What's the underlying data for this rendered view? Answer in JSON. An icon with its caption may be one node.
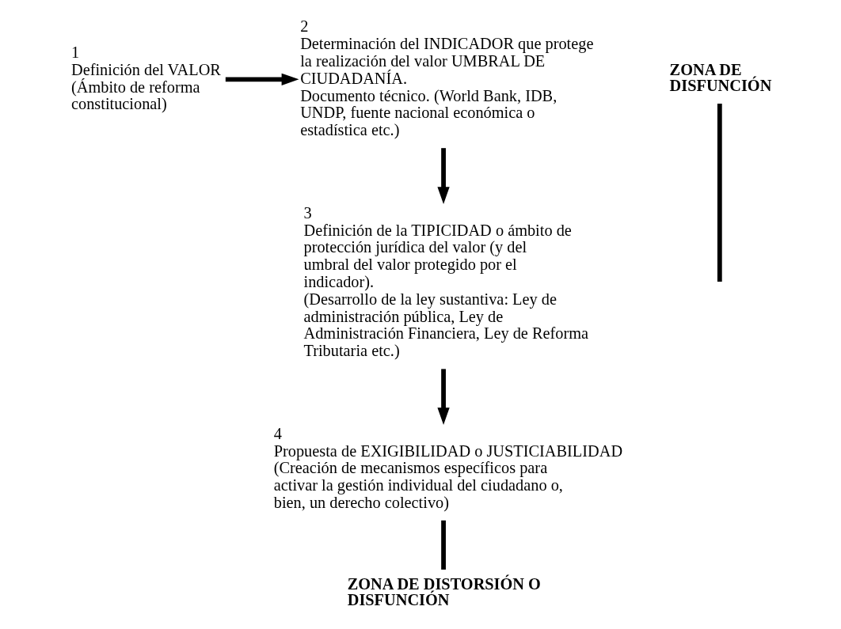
{
  "diagram": {
    "nodes": [
      {
        "text": [
          "1",
          "Definición del VALOR",
          "(Ámbito de reforma constitucional)"
        ]
      },
      {
        "text": [
          "2",
          "Determinación del INDICADOR que protege la realización del valor UMBRAL DE CIUDADANÍA.",
          "Documento técnico. (World Bank, IDB, UNDP, fuente nacional económica o estadística etc.)"
        ]
      },
      {
        "text": [
          "3",
          "Definición de la TIPICIDAD o ámbito de protección jurídica del valor (y del umbral del valor protegido por el indicador).",
          "(Desarrollo de la ley sustantiva: Ley de administración pública, Ley de Administración Financiera, Ley de Reforma Tributaria etc.)"
        ]
      },
      {
        "text": [
          "4",
          "Propuesta de EXIGIBILIDAD o JUSTICIABILIDAD",
          "(Creación de mecanismos específicos para activar la gestión individual del ciudadano o, bien, un derecho colectivo)"
        ]
      },
      {
        "text": [
          "ZONA DE DISFUNCIÓN"
        ]
      },
      {
        "text": [
          "ZONA DE DISTORSIÓN O DISFUNCIÓN"
        ]
      }
    ],
    "edges": [
      {
        "from": 0,
        "to": 1,
        "arrow": "to"
      },
      {
        "from": 1,
        "to": 2,
        "arrow": "to"
      },
      {
        "from": 2,
        "to": 3,
        "arrow": "to"
      },
      {
        "from": 4,
        "to": null,
        "arrow": "none"
      },
      {
        "from": 3,
        "to": 5,
        "arrow": "none"
      }
    ]
  }
}
